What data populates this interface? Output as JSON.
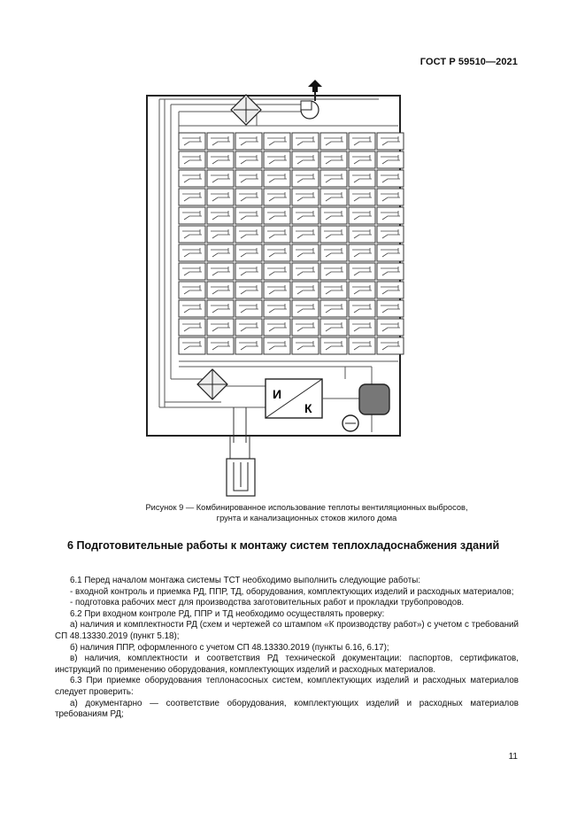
{
  "header": {
    "standard": "ГОСТ Р 59510—2021"
  },
  "figure": {
    "caption_line1": "Рисунок 9 — Комбинированное использование теплоты вентиляционных выбросов,",
    "caption_line2": "грунта и канализационных стоков жилого дома",
    "label_i": "И",
    "label_k": "К"
  },
  "section": {
    "title": "6 Подготовительные работы к монтажу систем теплохладоснабжения зданий"
  },
  "paragraphs": [
    "6.1 Перед началом монтажа системы ТСТ необходимо выполнить следующие работы:",
    "- входной контроль и приемка РД, ППР, ТД, оборудования, комплектующих изделий и расходных материалов;",
    "- подготовка рабочих мест для производства заготовительных работ и прокладки трубопроводов.",
    "6.2 При входном контроле РД, ППР и ТД необходимо осуществлять проверку:",
    "а) наличия и комплектности РД (схем и чертежей со штампом «К производству работ») с учетом с требований СП 48.13330.2019 (пункт 5.18);",
    "б) наличия ППР, оформленного с учетом СП 48.13330.2019 (пункты 6.16, 6.17);",
    "в) наличия, комплектности и соответствия РД технической документации: паспортов, сертификатов, инструкций по применению оборудования, комплектующих изделий и расходных материалов.",
    "6.3 При приемке оборудования теплонасосных систем, комплектующих изделий и расходных материалов следует проверить:",
    "а) документарно — соответствие оборудования, комплектующих изделий и расходных материалов требованиям РД;"
  ],
  "footer": {
    "page_number": "11"
  }
}
